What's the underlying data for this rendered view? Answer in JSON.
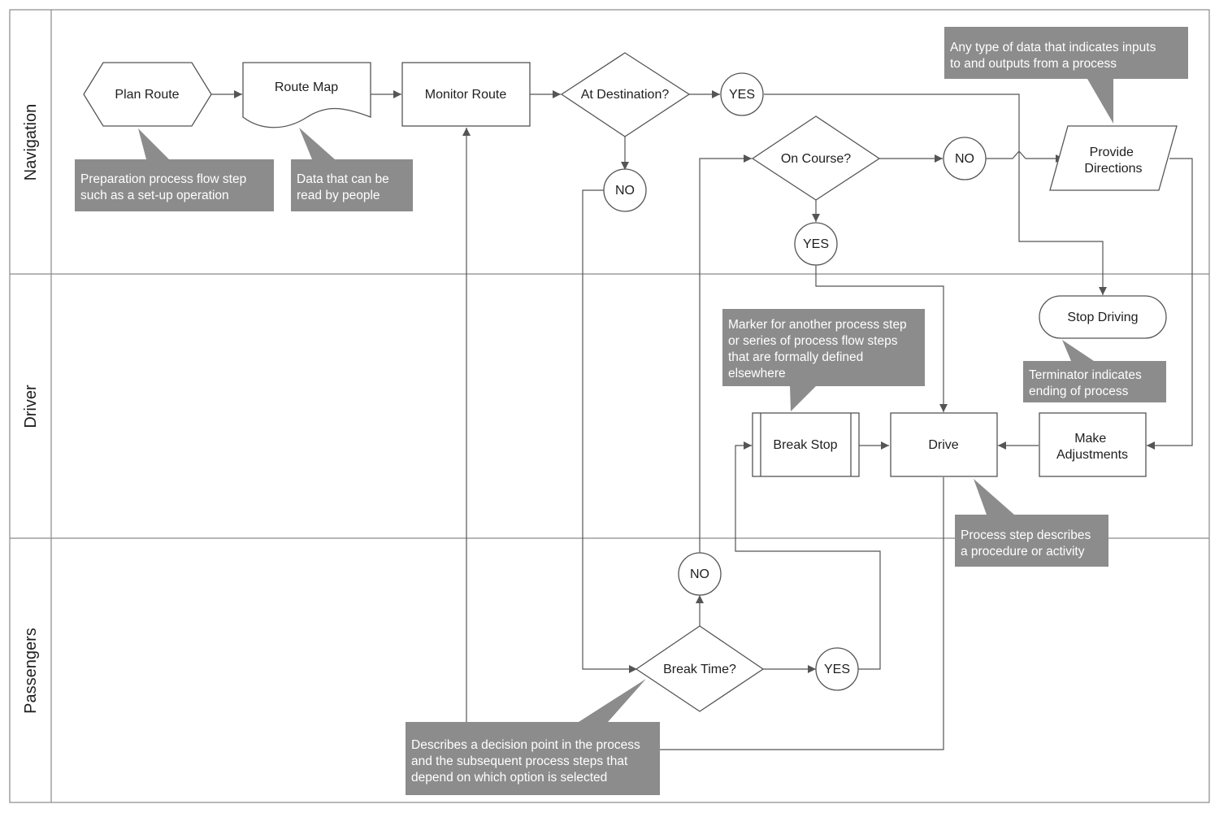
{
  "lanes": {
    "navigation": "Navigation",
    "driver": "Driver",
    "passengers": "Passengers"
  },
  "nodes": {
    "plan_route": "Plan Route",
    "route_map": "Route Map",
    "monitor_route": "Monitor Route",
    "at_destination": "At Destination?",
    "yes_destination": "YES",
    "no_destination": "NO",
    "on_course": "On Course?",
    "no_course": "NO",
    "yes_course": "YES",
    "provide_directions": [
      "Provide",
      "Directions"
    ],
    "stop_driving": "Stop Driving",
    "break_stop": "Break Stop",
    "drive": "Drive",
    "make_adjustments": [
      "Make",
      "Adjustments"
    ],
    "no_break": "NO",
    "break_time": "Break Time?",
    "yes_break": "YES"
  },
  "callouts": {
    "preparation": [
      "Preparation process flow step",
      "such as a set-up operation"
    ],
    "document": [
      "Data that can be",
      "read by people"
    ],
    "data": [
      "Any type of data that indicates inputs",
      "to and outputs from a process"
    ],
    "predefined": [
      "Marker for another process step",
      "or series of process flow steps",
      "that are formally defined",
      "elsewhere"
    ],
    "terminator": [
      "Terminator indicates",
      "ending of process"
    ],
    "process": [
      "Process step describes",
      "a procedure or activity"
    ],
    "decision": [
      "Describes a decision point in the process",
      "and the subsequent process steps that",
      "depend on which option is selected"
    ]
  },
  "colors": {
    "callout_fill": "#8c8c8c",
    "callout_text": "#ffffff",
    "stroke": "#555555",
    "lane_border": "#8a8a8a"
  }
}
